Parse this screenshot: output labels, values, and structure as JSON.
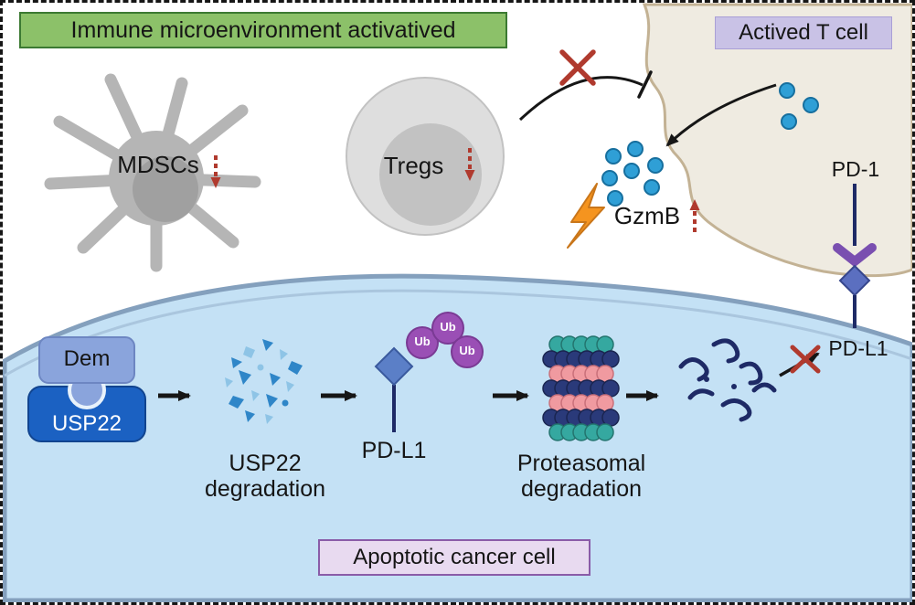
{
  "labels": {
    "banner": "Immune microenvironment activatived",
    "mdsc": "MDSCs",
    "treg": "Tregs",
    "tcell": "Actived T cell",
    "gzmb": "GzmB",
    "pd1": "PD-1",
    "pdl1_membrane": "PD-L1",
    "dem": "Dem",
    "usp22": "USP22",
    "usp22_degradation": "USP22 degradation",
    "pdl1_ubiquitinated": "PD-L1",
    "ub": "Ub",
    "proteasomal_degradation": "Proteasomal degradation",
    "apoptotic": "Apoptotic cancer cell"
  },
  "icons": {
    "lightning": "lightning-icon",
    "inhibition_cross": "red-cross-icon",
    "decrease_arrow": "red-dashed-down-arrow",
    "increase_arrow": "red-dashed-up-arrow"
  },
  "colors": {
    "banner_green": "#8cc169",
    "banner_green_border": "#3c7a32",
    "label_purple_bg": "#c9c2e6",
    "apoptotic_bg": "#e8daf0",
    "apoptotic_border": "#8a5ca8",
    "cancer_cell_fill": "#c4e1f5",
    "membrane_stroke": "#84a0bd",
    "tcell_fill": "#efebe1",
    "tcell_stroke": "#c3b294",
    "gray_cell": "#b5b5b5",
    "granule_blue": "#2f9fd6",
    "red_accent": "#b03a2e",
    "ub_purple": "#9a4fb5",
    "navy": "#1e2a66",
    "dem_blue": "#8aa4dc",
    "usp22_blue": "#1b61c2",
    "lightning_orange": "#f5941f",
    "proteasome_teal": "#35a8a0",
    "proteasome_pink": "#f09aa0",
    "proteasome_navy": "#2a3a7a"
  }
}
